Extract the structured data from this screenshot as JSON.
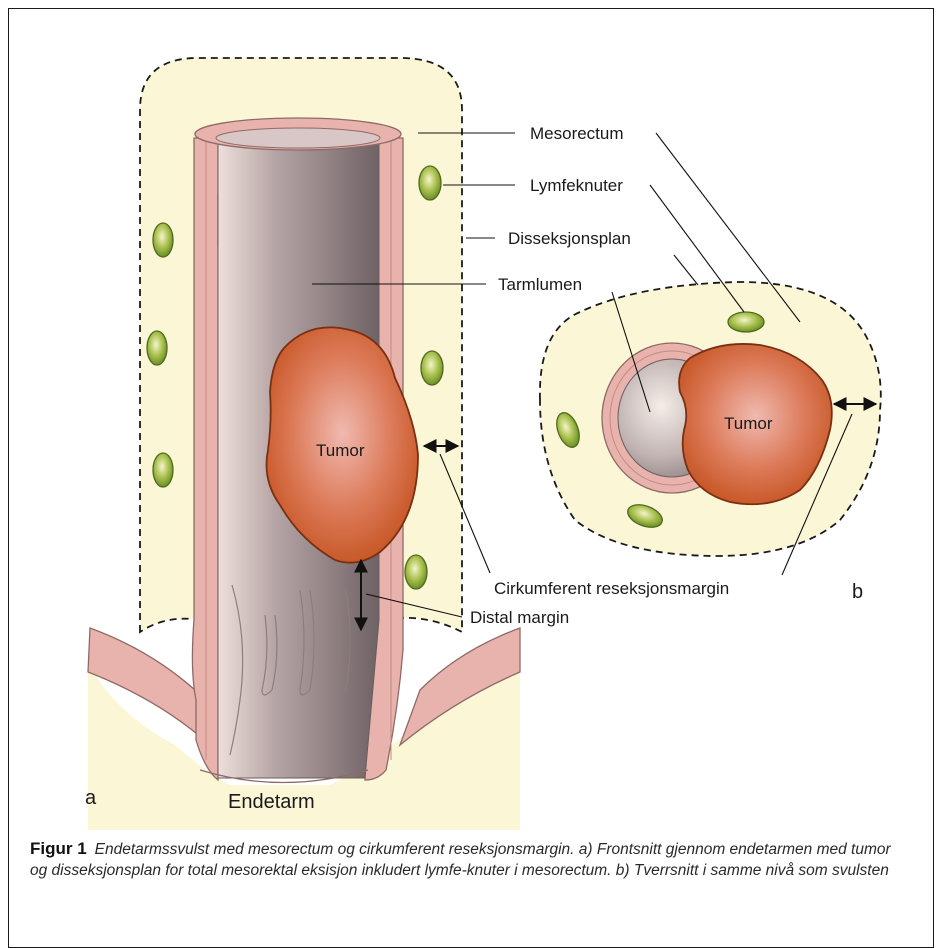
{
  "labels": {
    "mesorectum": "Mesorectum",
    "lymph_nodes": "Lymfeknuter",
    "dissection_plane": "Disseksjonsplan",
    "lumen": "Tarmlumen",
    "tumor_a": "Tumor",
    "tumor_b": "Tumor",
    "crm": "Cirkumferent reseksjonsmargin",
    "distal_margin": "Distal margin",
    "panel_a": "a",
    "panel_b": "b",
    "rectum": "Endetarm"
  },
  "caption": {
    "label": "Figur 1",
    "text": "Endetarmssvulst med mesorectum og cirkumferent reseksjonsmargin. a) Frontsnitt gjennom endetarmen med tumor og disseksjonsplan for total mesorektal eksisjon inkludert lymfe-knuter i mesorectum. b) Tverrsnitt i samme nivå som svulsten"
  },
  "colors": {
    "mesorectum_fill": "#fbf7d6",
    "wall_pink": "#e9b3ad",
    "tumor_orange": "#cd5a2b",
    "lymph_node_green": "#8aa63a",
    "lumen_gray": "#9c8d8d"
  }
}
